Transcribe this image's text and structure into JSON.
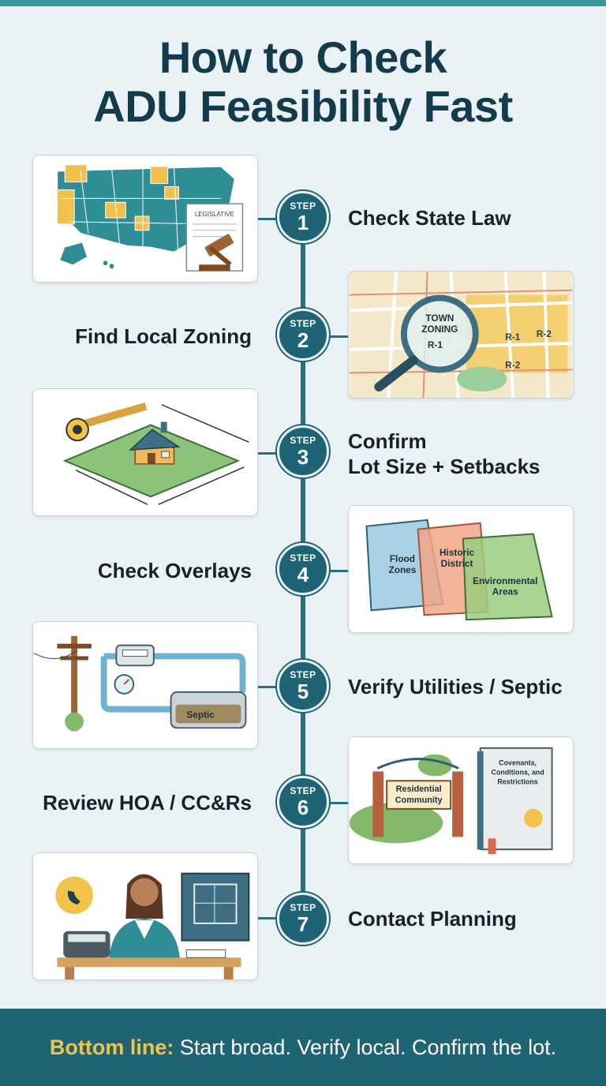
{
  "title": {
    "line1": "How to Check",
    "line2": "ADU Feasibility Fast"
  },
  "step_label": "STEP",
  "steps": [
    {
      "number": "1",
      "text": "Check State Law",
      "illustration": {
        "doc_label": "LEGISLATIVE"
      }
    },
    {
      "number": "2",
      "text": "Find Local Zoning",
      "illustration": {
        "lens_line1": "TOWN",
        "lens_line2": "ZONING",
        "lens_zone": "R-1",
        "zones": [
          "R-1",
          "R-2",
          "R-2"
        ]
      }
    },
    {
      "number": "3",
      "line1": "Confirm",
      "line2": "Lot Size + Setbacks"
    },
    {
      "number": "4",
      "text": "Check Overlays",
      "illustration": {
        "map1_line1": "Flood",
        "map1_line2": "Zones",
        "map2_line1": "Historic",
        "map2_line2": "District",
        "map3_line1": "Environmental",
        "map3_line2": "Areas"
      }
    },
    {
      "number": "5",
      "text": "Verify Utilities / Septic",
      "illustration": {
        "tank_label": "Septic"
      }
    },
    {
      "number": "6",
      "text": "Review HOA / CC&Rs",
      "illustration": {
        "sign_line1": "Residential",
        "sign_line2": "Community",
        "book_line1": "Covenants,",
        "book_line2": "Conditions, and",
        "book_line3": "Restrictions"
      }
    },
    {
      "number": "7",
      "text": "Contact Planning"
    }
  ],
  "footer": {
    "highlight": "Bottom line:",
    "text": " Start broad. Verify local. Confirm the lot."
  },
  "colors": {
    "primary": "#1f6475",
    "accent": "#f2c34a",
    "background": "#eaf2f6"
  }
}
